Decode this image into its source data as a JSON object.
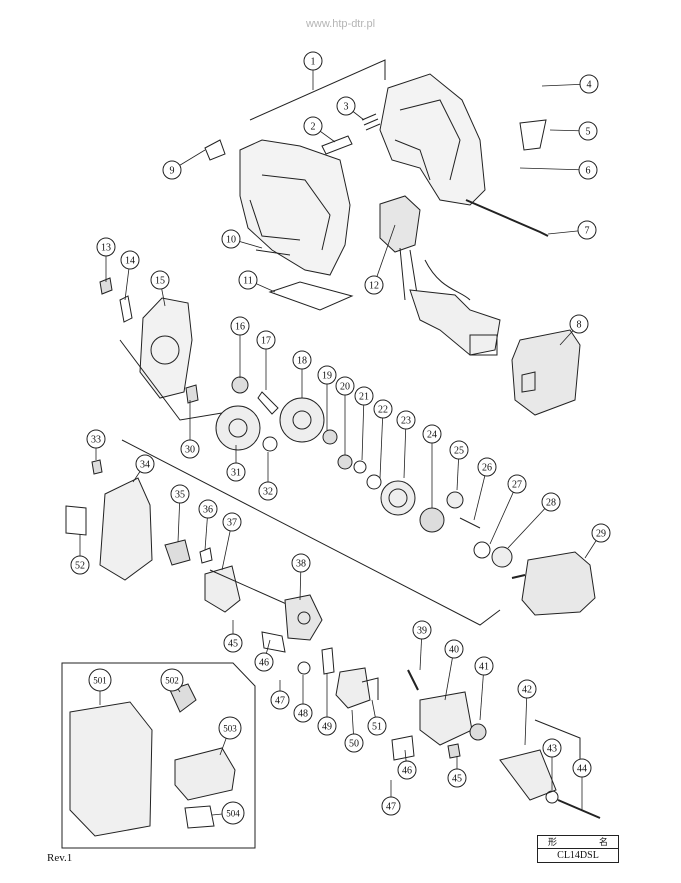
{
  "watermark": "www.htp-dtr.pl",
  "revision": "Rev.1",
  "title_block": {
    "col1": "形",
    "col2": "名",
    "model": "CL14DSL"
  },
  "callouts": [
    {
      "n": "1"
    },
    {
      "n": "2"
    },
    {
      "n": "3"
    },
    {
      "n": "4"
    },
    {
      "n": "5"
    },
    {
      "n": "6"
    },
    {
      "n": "7"
    },
    {
      "n": "8"
    },
    {
      "n": "9"
    },
    {
      "n": "10"
    },
    {
      "n": "11"
    },
    {
      "n": "12"
    },
    {
      "n": "13"
    },
    {
      "n": "14"
    },
    {
      "n": "15"
    },
    {
      "n": "16"
    },
    {
      "n": "17"
    },
    {
      "n": "18"
    },
    {
      "n": "19"
    },
    {
      "n": "20"
    },
    {
      "n": "21"
    },
    {
      "n": "22"
    },
    {
      "n": "23"
    },
    {
      "n": "24"
    },
    {
      "n": "25"
    },
    {
      "n": "26"
    },
    {
      "n": "27"
    },
    {
      "n": "28"
    },
    {
      "n": "29"
    },
    {
      "n": "30"
    },
    {
      "n": "31"
    },
    {
      "n": "32"
    },
    {
      "n": "33"
    },
    {
      "n": "34"
    },
    {
      "n": "35"
    },
    {
      "n": "36"
    },
    {
      "n": "37"
    },
    {
      "n": "38"
    },
    {
      "n": "39"
    },
    {
      "n": "40"
    },
    {
      "n": "41"
    },
    {
      "n": "42"
    },
    {
      "n": "43"
    },
    {
      "n": "44"
    },
    {
      "n": "45"
    },
    {
      "n": "45"
    },
    {
      "n": "46"
    },
    {
      "n": "46"
    },
    {
      "n": "47"
    },
    {
      "n": "47"
    },
    {
      "n": "48"
    },
    {
      "n": "49"
    },
    {
      "n": "50"
    },
    {
      "n": "51"
    },
    {
      "n": "52"
    },
    {
      "n": "501"
    },
    {
      "n": "502"
    },
    {
      "n": "503"
    },
    {
      "n": "504"
    }
  ]
}
